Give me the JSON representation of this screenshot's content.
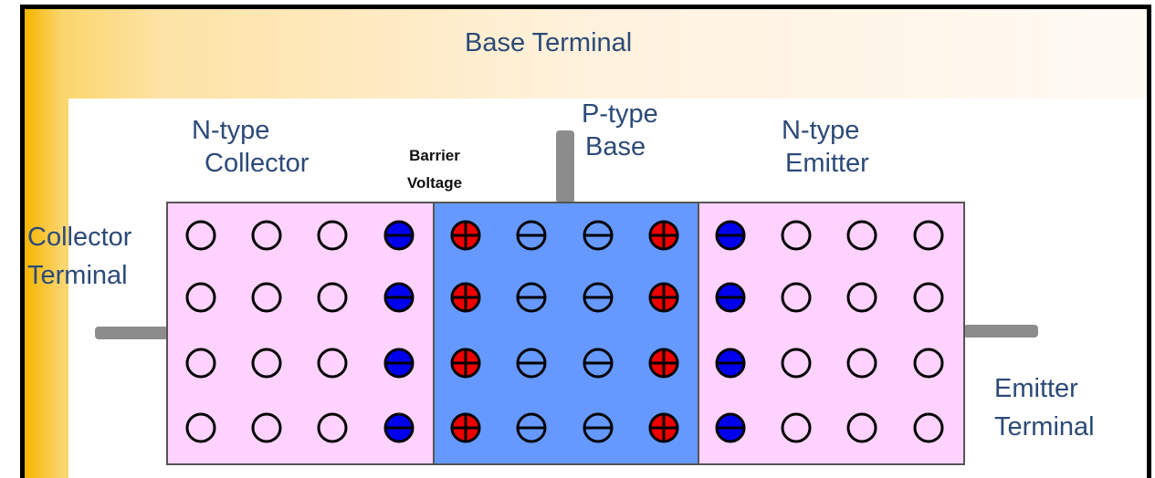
{
  "labels": {
    "base_terminal": "Base Terminal",
    "n_type_collector": [
      "N-type",
      "Collector"
    ],
    "barrier_voltage": [
      "Barrier",
      "Voltage"
    ],
    "p_type_base": [
      "P-type",
      "Base"
    ],
    "n_type_emitter": [
      "N-type",
      "Emitter"
    ],
    "collector_terminal": [
      "Collector",
      "Terminal"
    ],
    "emitter_terminal": [
      "Emitter",
      "Terminal"
    ]
  },
  "carrier_grid": {
    "rows": [
      [
        "empty",
        "empty",
        "empty",
        "neg-blue",
        "pos-red",
        "neg-open",
        "neg-open",
        "pos-red",
        "neg-blue",
        "empty",
        "empty",
        "empty"
      ],
      [
        "empty",
        "empty",
        "empty",
        "neg-blue",
        "pos-red",
        "neg-open",
        "neg-open",
        "pos-red",
        "neg-blue",
        "empty",
        "empty",
        "empty"
      ],
      [
        "empty",
        "empty",
        "empty",
        "neg-blue",
        "pos-red",
        "neg-open",
        "neg-open",
        "pos-red",
        "neg-blue",
        "empty",
        "empty",
        "empty"
      ],
      [
        "empty",
        "empty",
        "empty",
        "neg-blue",
        "pos-red",
        "neg-open",
        "neg-open",
        "pos-red",
        "neg-blue",
        "empty",
        "empty",
        "empty"
      ]
    ]
  },
  "colors": {
    "n_region": "#ffd2ff",
    "p_region": "#6699ff",
    "negative_ion": "#0000ee",
    "positive_ion": "#ee0000",
    "lead": "#8c8c8c",
    "label_text": "#2c4a78"
  }
}
